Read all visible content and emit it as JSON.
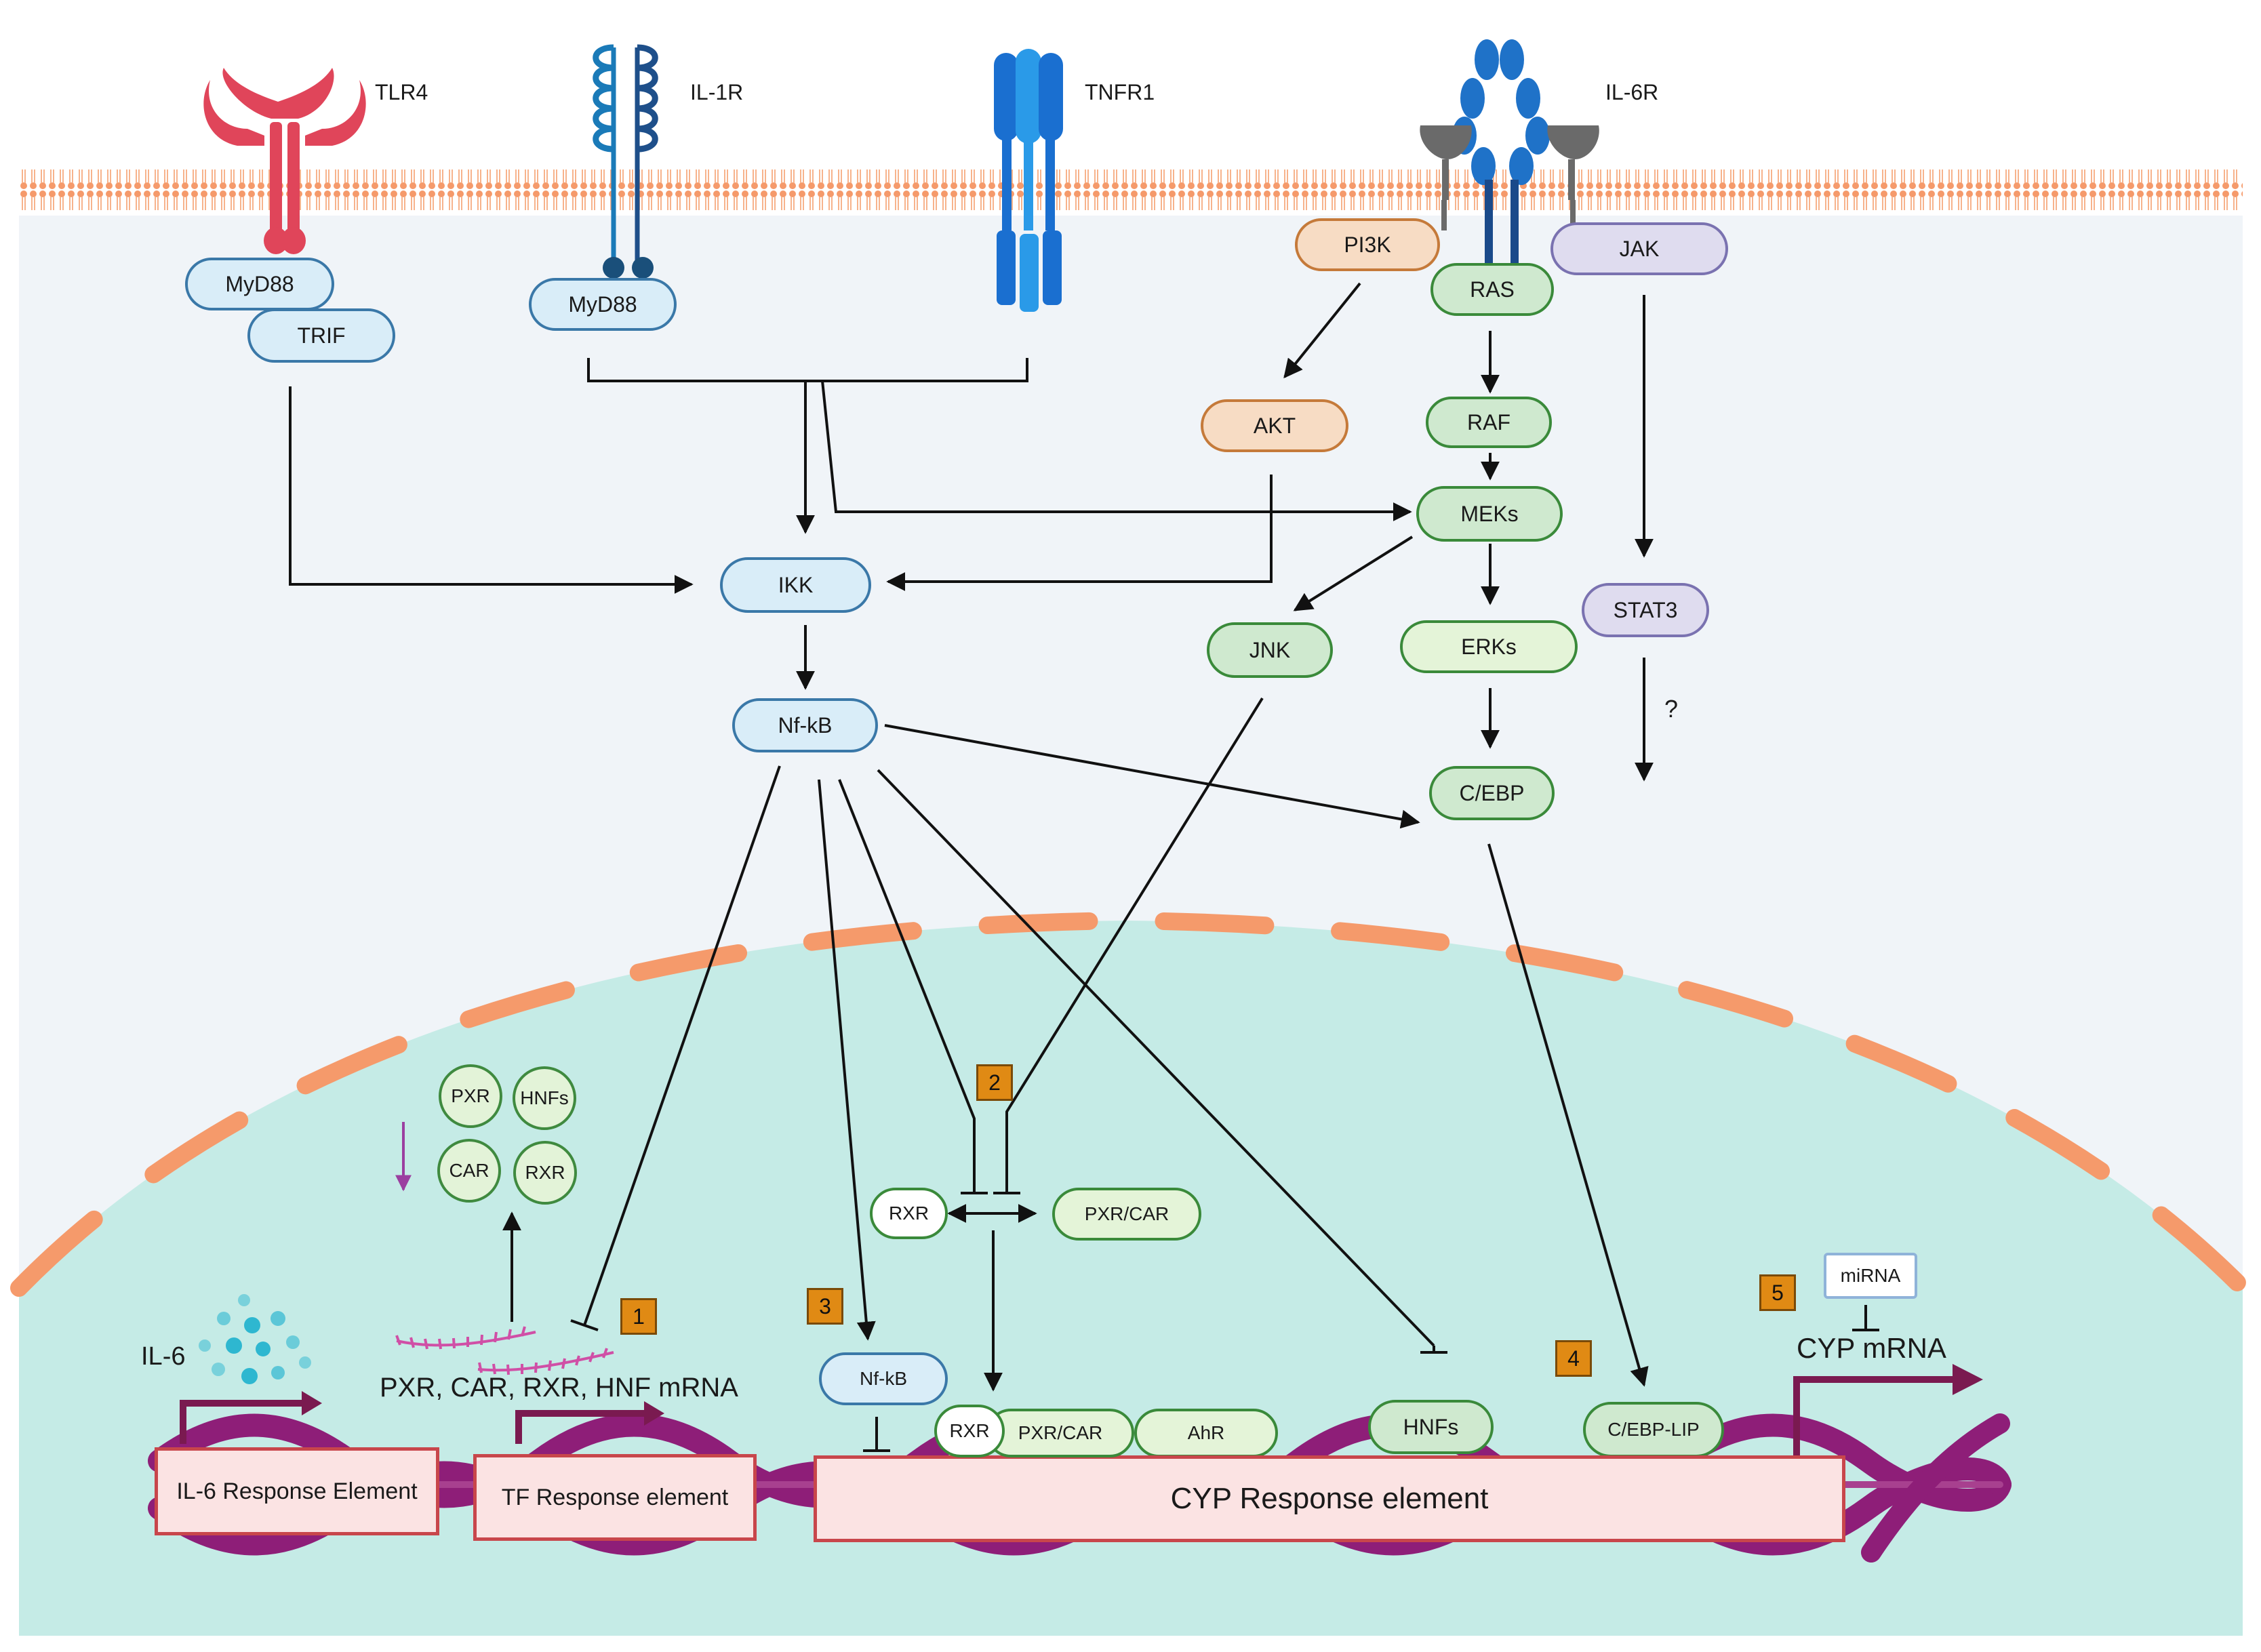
{
  "receptors": {
    "tlr4": "TLR4",
    "il1r": "IL-1R",
    "tnfr1": "TNFR1",
    "il6r": "IL-6R"
  },
  "nodes": {
    "myd88_a": "MyD88",
    "trif": "TRIF",
    "myd88_b": "MyD88",
    "pi3k": "PI3K",
    "jak": "JAK",
    "ras": "RAS",
    "akt": "AKT",
    "raf": "RAF",
    "meks": "MEKs",
    "ikk": "IKK",
    "jnk": "JNK",
    "erks": "ERKs",
    "stat3": "STAT3",
    "nfkb": "Nf-kB",
    "cebp": "C/EBP",
    "question": "?"
  },
  "nucleus": {
    "pxr": "PXR",
    "hnfs": "HNFs",
    "car": "CAR",
    "rxr": "RXR",
    "il6": "IL-6",
    "mrna": "PXR, CAR, RXR, HNF mRNA",
    "rxr_free": "RXR",
    "pxrcar_free": "PXR/CAR",
    "nfkb_nuc": "Nf-kB",
    "rxr_bound": "RXR",
    "pxrcar_bound": "PXR/CAR",
    "ahr": "AhR",
    "hnfs_bound": "HNFs",
    "cebp_lip": "C/EBP-LIP",
    "mirna": "miRNA",
    "cyp_mrna": "CYP mRNA"
  },
  "elements": {
    "il6_re": "IL-6 Response Element",
    "tf_re": "TF Response element",
    "cyp_re": "CYP Response element"
  },
  "badges": [
    "1",
    "2",
    "3",
    "4",
    "5"
  ],
  "colors": {
    "membrane": "#f59a6b",
    "cytoplasm": "#f0f4f8",
    "nucleus": "#c5ebe6",
    "dna": "#8e1e78",
    "tlr4": "#e0455a",
    "il1r": "#1e6fa8",
    "tnfr1": "#1a7ad6",
    "il6r": "#1a6fc0",
    "gp130": "#6a6a6a",
    "badge": "#e08a14"
  }
}
